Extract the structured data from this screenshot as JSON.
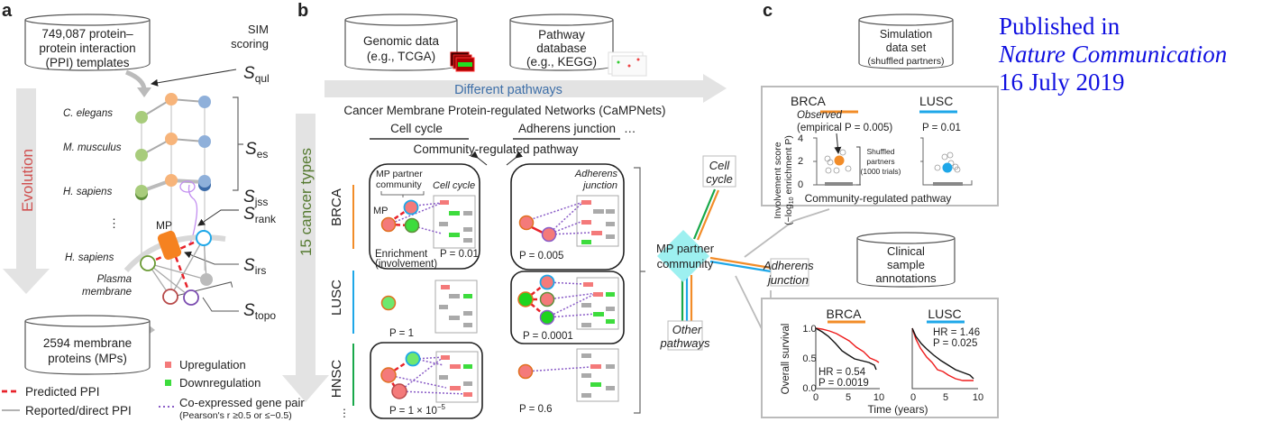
{
  "panel_a": {
    "label": "a",
    "ppi_db": [
      "749,087 protein–",
      "protein interaction",
      "(PPI) templates"
    ],
    "sim_scoring": [
      "SIM",
      "scoring"
    ],
    "scores": {
      "qul": {
        "S": "S",
        "sub": "qul"
      },
      "es": {
        "S": "S",
        "sub": "es"
      },
      "jss": {
        "S": "S",
        "sub": "jss"
      },
      "rank": {
        "S": "S",
        "sub": "rank"
      },
      "irs": {
        "S": "S",
        "sub": "irs"
      },
      "topo": {
        "S": "S",
        "sub": "topo"
      }
    },
    "species": [
      "C. elegans",
      "M. musculus",
      "H. sapiens",
      "⋮",
      "H. sapiens"
    ],
    "evolution_label": "Evolution",
    "mp_label": "MP",
    "plasma_membrane": [
      "Plasma",
      "membrane"
    ],
    "mp_db": [
      "2594 membrane",
      "proteins (MPs)"
    ]
  },
  "legend": {
    "predicted_ppi": "Predicted PPI",
    "reported_ppi": "Reported/direct PPI",
    "upregulation": "Upregulation",
    "downregulation": "Downregulation",
    "coexpressed": "Co-expressed gene pair",
    "coexpressed_note": "(Pearson's r ≥0.5 or ≤−0.5)",
    "colors": {
      "up": "#f47a7a",
      "down": "#3ddc3d",
      "predicted": "#e8232b",
      "reported": "#999999",
      "coexp": "#8a5cc7"
    }
  },
  "panel_b": {
    "label": "b",
    "genomic_db": [
      "Genomic data",
      "(e.g., TCGA)"
    ],
    "pathway_db": [
      "Pathway",
      "database",
      "(e.g., KEGG)"
    ],
    "different_pathways": "Different pathways",
    "campnets_title": "Cancer Membrane Protein-regulated Networks (CaMPNets)",
    "col_cell_cycle": "Cell cycle",
    "col_adherens": "Adherens junction",
    "col_more": "…",
    "community_regulated": "Community-regulated pathway",
    "cancer_types_label": "15 cancer types",
    "mp_partner_community": [
      "MP partner",
      "community"
    ],
    "cell_cycle_italic": "Cell cycle",
    "adherens_italic": [
      "Adherens",
      "junction"
    ],
    "mp": "MP",
    "enrichment": [
      "Enrichment",
      "(involvement)"
    ],
    "rows": [
      {
        "cancer": "BRCA",
        "color": "#f28c28",
        "p_cell_cycle": "P = 0.01",
        "p_adherens": "P = 0.005"
      },
      {
        "cancer": "LUSC",
        "color": "#1ea7e8",
        "p_cell_cycle": "P = 1",
        "p_adherens": "P = 0.0001"
      },
      {
        "cancer": "HNSC",
        "color": "#18a84a",
        "p_cell_cycle": "P = 1 × 10",
        "p_cell_cycle_exp": "−5",
        "p_adherens": "P = 0.6"
      }
    ],
    "more_rows": "⋮",
    "hub": {
      "center": [
        "MP partner",
        "community"
      ],
      "cell_cycle": [
        "Cell",
        "cycle"
      ],
      "adherens": [
        "Adherens",
        "junction"
      ],
      "other": [
        "Other",
        "pathways"
      ]
    }
  },
  "panel_c": {
    "label": "c",
    "sim_db": [
      "Simulation",
      "data set",
      "(shuffled partners)"
    ],
    "clinical_db": [
      "Clinical",
      "sample",
      "annotations"
    ],
    "involvement": {
      "ylabel1": "Involvement score",
      "ylabel2": "(−log",
      "ylabel2_sub": "10",
      "ylabel2_rest": " enrichment P)",
      "xlabel": "Community-regulated pathway",
      "yticks": [
        "0",
        "2",
        "4"
      ],
      "brca": {
        "title": "BRCA",
        "observed": "Observed",
        "empirical": "(empirical P = 0.005)",
        "observed_value": 1.9
      },
      "lusc": {
        "title": "LUSC",
        "p": "P = 0.01",
        "observed_value": 1.4
      },
      "shuffled": [
        "Shuffled",
        "partners",
        "(1000 trials)"
      ]
    },
    "survival": {
      "ylabel": "Overall survival",
      "xlabel": "Time (years)",
      "yticks": [
        "0.0",
        "0.5",
        "1.0"
      ],
      "xticks": [
        "0",
        "5",
        "10"
      ],
      "brca": {
        "title": "BRCA",
        "hr": "HR = 0.54",
        "p": "P = 0.0019"
      },
      "lusc": {
        "title": "LUSC",
        "hr": "HR = 1.46",
        "p": "P = 0.025"
      }
    }
  },
  "publication": {
    "line1": "Published in",
    "line2": "Nature Communication",
    "line3": "16 July 2019"
  }
}
